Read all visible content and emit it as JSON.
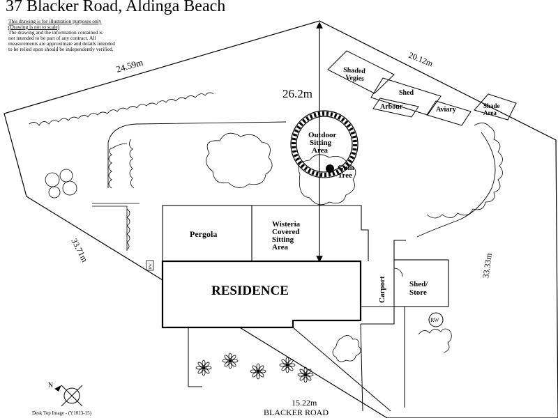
{
  "title": "37 Blacker Road, Aldinga Beach",
  "disclaimer": {
    "line1": "This drawing is for illustration purposes only",
    "line2": "(Drawing is not to scale)",
    "line3": "The drawing and the information contained is",
    "line4": "not intended to be part of any contract.  All",
    "line5": "measurements are approximate and details intended",
    "line6": "to be relied upon should be independently verified."
  },
  "dimensions": {
    "top_left": "24.59m",
    "top_right": "20.12m",
    "left": "33.71m",
    "right": "33.33m",
    "front": "15.22m",
    "depth": "26.2m"
  },
  "areas": {
    "shaded_vegies": [
      "Shaded",
      "Vegies"
    ],
    "shed": "Shed",
    "arbour": "Arbour",
    "aviary": "Aviary",
    "shade_area": [
      "Shade",
      "Area"
    ],
    "outdoor_sitting": [
      "Outdoor",
      "Sitting",
      "Area"
    ],
    "gum_tree": [
      "Gum",
      "Tree"
    ],
    "pergola": "Pergola",
    "wisteria": [
      "Wisteria",
      "Covered",
      "Sitting",
      "Area"
    ],
    "residence": "RESIDENCE",
    "carport": "Carport",
    "shed_store": [
      "Shed/",
      "Store"
    ],
    "rw": "RW",
    "rw_small": "RW"
  },
  "street": "BLACKER ROAD",
  "compass": "N",
  "footer": "Desk Top Image -   (Y1013-15)"
}
